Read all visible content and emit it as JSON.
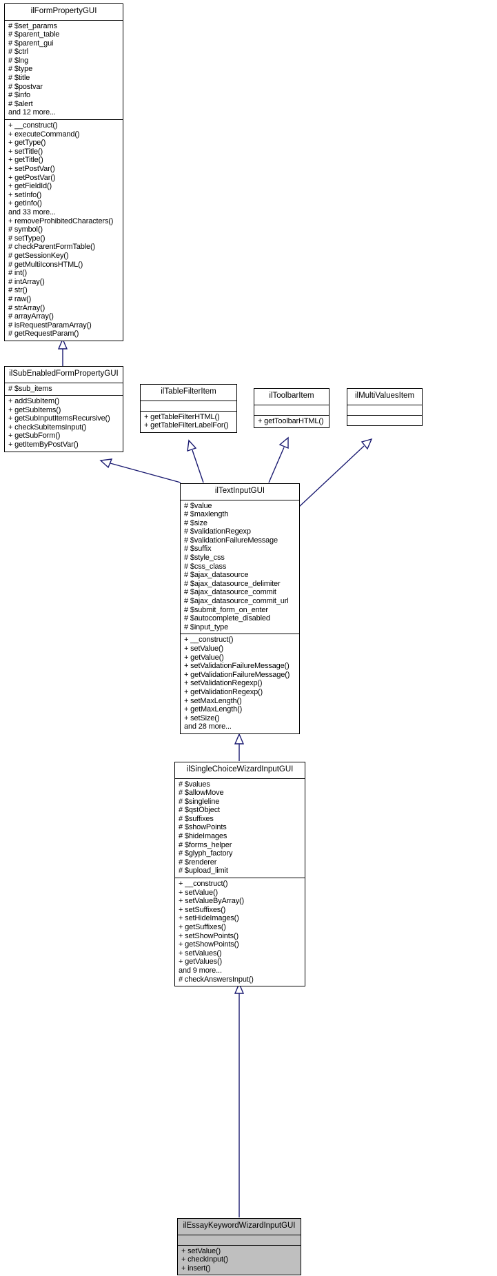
{
  "diagram": {
    "type": "uml-class-inheritance-graph",
    "edge_color": "#191970",
    "highlight_color": "#bfbfbf",
    "background": "#ffffff"
  },
  "classes": [
    {
      "id": "ilFormPropertyGUI",
      "name": "ilFormPropertyGUI",
      "highlight": false,
      "attributes": [
        "# $set_params",
        "# $parent_table",
        "# $parent_gui",
        "# $ctrl",
        "# $lng",
        "# $type",
        "# $title",
        "# $postvar",
        "# $info",
        "# $alert",
        "and 12 more..."
      ],
      "methods": [
        "+ __construct()",
        "+ executeCommand()",
        "+ getType()",
        "+ setTitle()",
        "+ getTitle()",
        "+ setPostVar()",
        "+ getPostVar()",
        "+ getFieldId()",
        "+ setInfo()",
        "+ getInfo()",
        "and 33 more...",
        "+ removeProhibitedCharacters()",
        "# symbol()",
        "# setType()",
        "# checkParentFormTable()",
        "# getSessionKey()",
        "# getMultiIconsHTML()",
        "# int()",
        "# intArray()",
        "# str()",
        "# raw()",
        "# strArray()",
        "# arrayArray()",
        "# isRequestParamArray()",
        "# getRequestParam()"
      ]
    },
    {
      "id": "ilSubEnabledFormPropertyGUI",
      "name": "ilSubEnabledFormPropertyGUI",
      "highlight": false,
      "attributes": [
        "# $sub_items"
      ],
      "methods": [
        "+ addSubItem()",
        "+ getSubItems()",
        "+ getSubInputItemsRecursive()",
        "+ checkSubItemsInput()",
        "+ getSubForm()",
        "+ getItemByPostVar()"
      ]
    },
    {
      "id": "ilTableFilterItem",
      "name": "ilTableFilterItem",
      "highlight": false,
      "attributes": [],
      "methods": [
        "+ getTableFilterHTML()",
        "+ getTableFilterLabelFor()"
      ]
    },
    {
      "id": "ilToolbarItem",
      "name": "ilToolbarItem",
      "highlight": false,
      "attributes": [],
      "methods": [
        "+ getToolbarHTML()"
      ]
    },
    {
      "id": "ilMultiValuesItem",
      "name": "ilMultiValuesItem",
      "highlight": false,
      "attributes": [],
      "methods": []
    },
    {
      "id": "ilTextInputGUI",
      "name": "ilTextInputGUI",
      "highlight": false,
      "attributes": [
        "# $value",
        "# $maxlength",
        "# $size",
        "# $validationRegexp",
        "# $validationFailureMessage",
        "# $suffix",
        "# $style_css",
        "# $css_class",
        "# $ajax_datasource",
        "# $ajax_datasource_delimiter",
        "# $ajax_datasource_commit",
        "# $ajax_datasource_commit_url",
        "# $submit_form_on_enter",
        "# $autocomplete_disabled",
        "# $input_type"
      ],
      "methods": [
        "+ __construct()",
        "+ setValue()",
        "+ getValue()",
        "+ setValidationFailureMessage()",
        "+ getValidationFailureMessage()",
        "+ setValidationRegexp()",
        "+ getValidationRegexp()",
        "+ setMaxLength()",
        "+ getMaxLength()",
        "+ setSize()",
        "and 28 more..."
      ]
    },
    {
      "id": "ilSingleChoiceWizardInputGUI",
      "name": "ilSingleChoiceWizardInputGUI",
      "highlight": false,
      "attributes": [
        "# $values",
        "# $allowMove",
        "# $singleline",
        "# $qstObject",
        "# $suffixes",
        "# $showPoints",
        "# $hideImages",
        "# $forms_helper",
        "# $glyph_factory",
        "# $renderer",
        "# $upload_limit"
      ],
      "methods": [
        "+ __construct()",
        "+ setValue()",
        "+ setValueByArray()",
        "+ setSuffixes()",
        "+ setHideImages()",
        "+ getSuffixes()",
        "+ setShowPoints()",
        "+ getShowPoints()",
        "+ setValues()",
        "+ getValues()",
        "and 9 more...",
        "# checkAnswersInput()"
      ]
    },
    {
      "id": "ilEssayKeywordWizardInputGUI",
      "name": "ilEssayKeywordWizardInputGUI",
      "highlight": true,
      "attributes": [],
      "methods": [
        "+ setValue()",
        "+ checkInput()",
        "+ insert()"
      ]
    }
  ]
}
